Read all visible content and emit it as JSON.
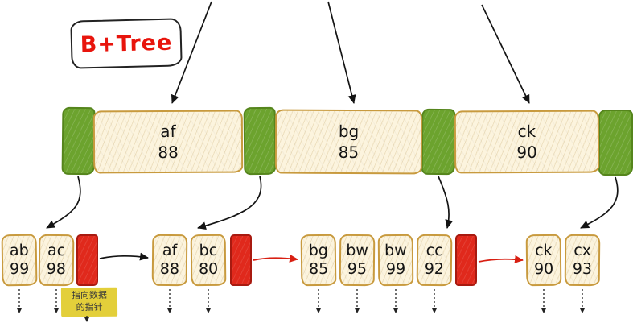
{
  "title": "B+Tree",
  "annotation": {
    "line1": "指向数据",
    "line2": "的指针"
  },
  "internal_node": {
    "keys": [
      {
        "key": "af",
        "value": "88"
      },
      {
        "key": "bg",
        "value": "85"
      },
      {
        "key": "ck",
        "value": "90"
      }
    ]
  },
  "leaf_groups": [
    {
      "cells": [
        {
          "key": "ab",
          "value": "99"
        },
        {
          "key": "ac",
          "value": "98"
        }
      ]
    },
    {
      "cells": [
        {
          "key": "af",
          "value": "88"
        },
        {
          "key": "bc",
          "value": "80"
        }
      ]
    },
    {
      "cells": [
        {
          "key": "bg",
          "value": "85"
        },
        {
          "key": "bw",
          "value": "95"
        },
        {
          "key": "bw",
          "value": "99"
        },
        {
          "key": "cc",
          "value": "92"
        }
      ]
    },
    {
      "cells": [
        {
          "key": "ck",
          "value": "90"
        },
        {
          "key": "cx",
          "value": "93"
        }
      ]
    }
  ],
  "colors": {
    "pointer_green": "#6ca32e",
    "pointer_red": "#e0291c",
    "node_fill": "#fcf4de",
    "node_border": "#c89a3e",
    "title_red": "#e8150d",
    "annotation_bg": "#e3cf3a"
  }
}
